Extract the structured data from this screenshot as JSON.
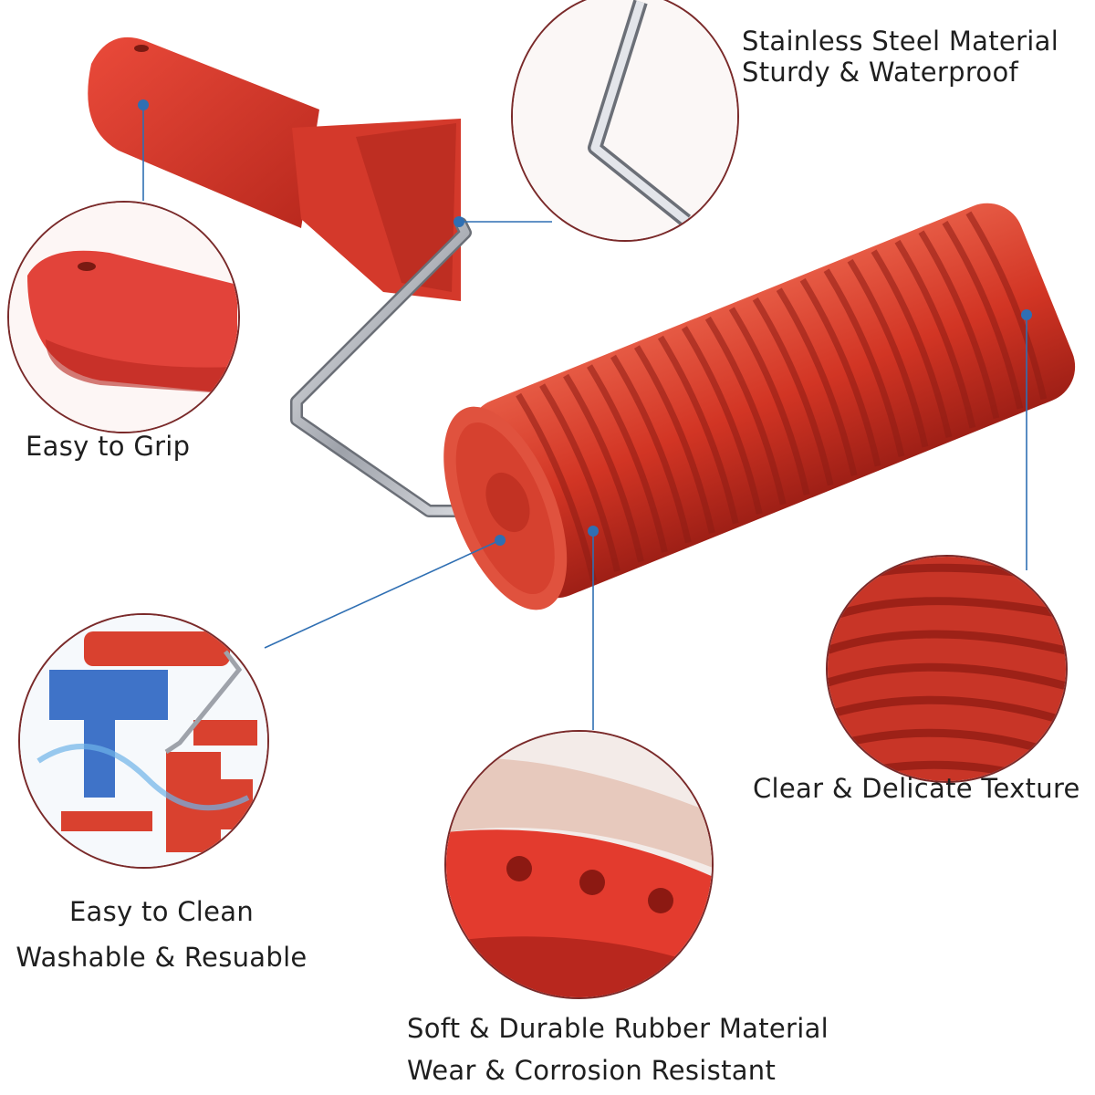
{
  "callouts": {
    "steel": {
      "line1": "Stainless Steel Material",
      "line2": "Sturdy & Waterproof"
    },
    "grip": {
      "line1": "Easy to Grip"
    },
    "texture": {
      "line1": "Clear & Delicate Texture"
    },
    "clean": {
      "line1": "Easy to Clean",
      "line2": "Washable & Resuable"
    },
    "rubber": {
      "line1": "Soft & Durable Rubber Material",
      "line2": "Wear & Corrosion Resistant"
    }
  },
  "colors": {
    "rubber": "#d93a2c",
    "rubber_dark": "#a9241b",
    "steel": "#c9ccd2",
    "leader_line": "#2f6fb3",
    "circle_border": "#7a2a2a",
    "text": "#1f1f1f"
  }
}
